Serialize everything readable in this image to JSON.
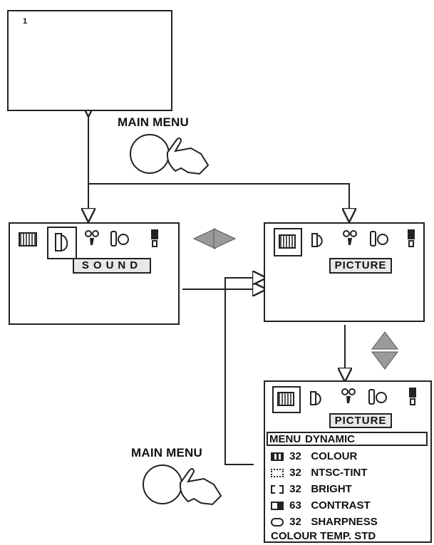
{
  "tv_screen": {
    "channel": "1"
  },
  "main_menu_button_label": "MAIN MENU",
  "sound_screen": {
    "label": "SOUND"
  },
  "picture_screen": {
    "label": "PICTURE"
  },
  "picture_menu": {
    "label": "PICTURE",
    "mode_key": "MENU",
    "mode_value": "DYNAMIC",
    "items": [
      {
        "icon": "colour-icon",
        "value": "32",
        "name": "COLOUR"
      },
      {
        "icon": "tint-icon",
        "value": "32",
        "name": "NTSC-TINT"
      },
      {
        "icon": "bright-icon",
        "value": "32",
        "name": "BRIGHT"
      },
      {
        "icon": "contrast-icon",
        "value": "63",
        "name": "CONTRAST"
      },
      {
        "icon": "sharpness-icon",
        "value": "32",
        "name": "SHARPNESS"
      }
    ],
    "colour_temp": "COLOUR TEMP. STD"
  }
}
